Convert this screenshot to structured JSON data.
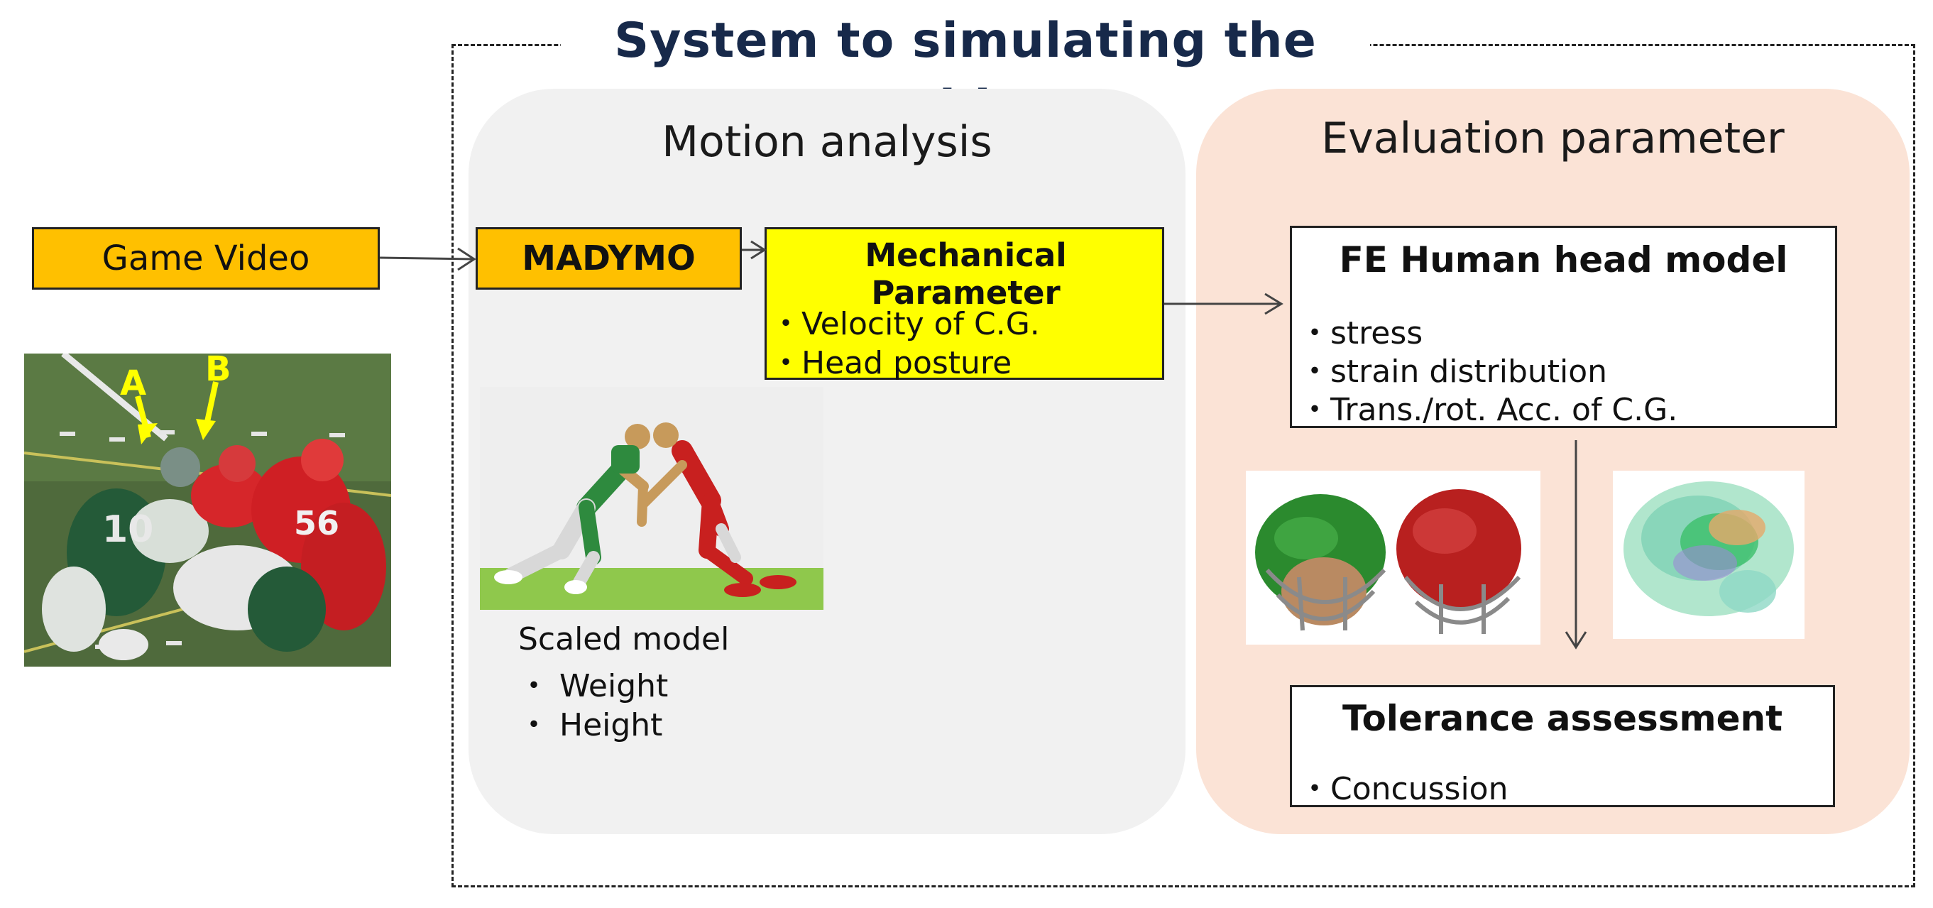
{
  "title": "System to simulating the accident",
  "left": {
    "game_video_label": "Game Video",
    "photo_labels": [
      "A",
      "B"
    ]
  },
  "motion_analysis": {
    "title": "Motion analysis",
    "madymo_label": "MADYMO",
    "mechanical_parameter": {
      "title": "Mechanical Parameter",
      "items": [
        "・Velocity of C.G.",
        "・Head posture"
      ]
    },
    "scaled_model": {
      "title": "Scaled model",
      "items": [
        "・ Weight",
        "・ Height"
      ]
    }
  },
  "evaluation_parameter": {
    "title": "Evaluation parameter",
    "fe_model": {
      "title": "FE Human head model",
      "items": [
        "・stress",
        "・strain distribution",
        "・Trans./rot. Acc. of C.G."
      ]
    },
    "tolerance": {
      "title": "Tolerance assessment",
      "items": [
        "・Concussion"
      ]
    }
  },
  "colors": {
    "title": "#17294a",
    "orange_box": "#ffc000",
    "yellow_box": "#ffff00",
    "motion_panel": "#f1f1f1",
    "eval_panel": "#fbe3d6",
    "arrow": "#444444"
  }
}
